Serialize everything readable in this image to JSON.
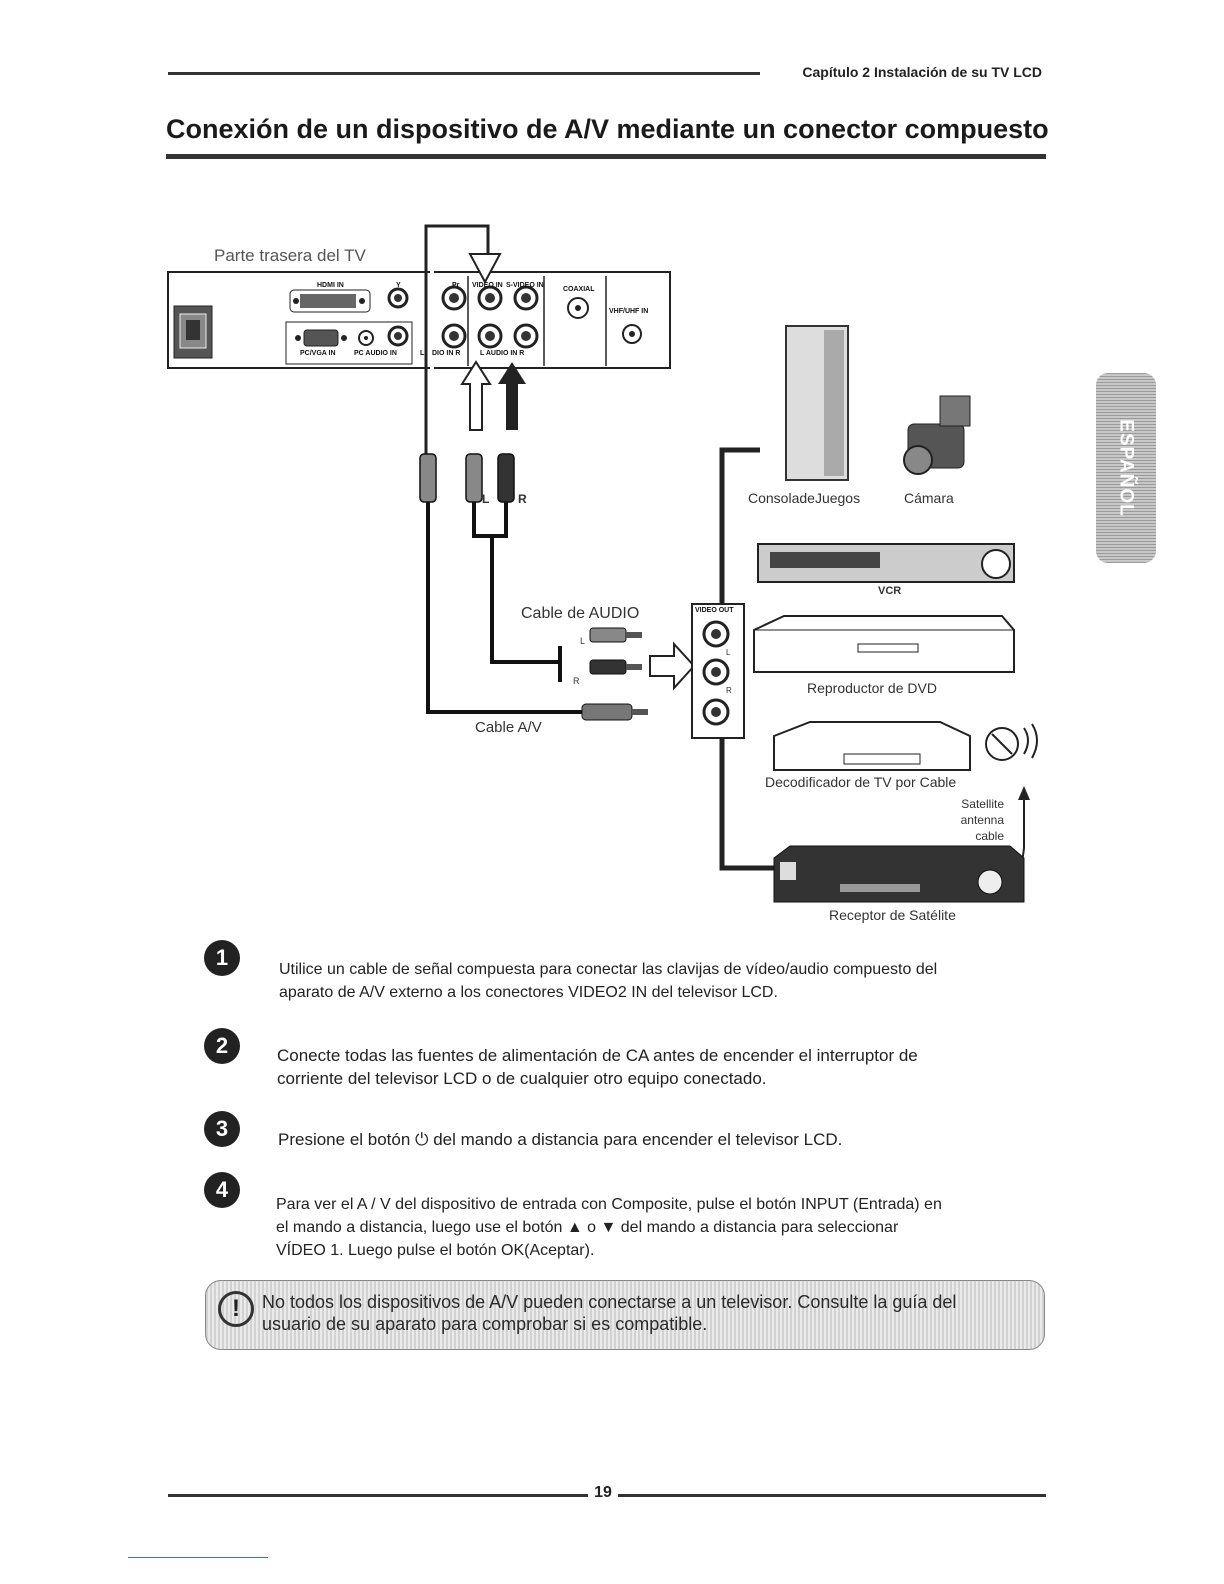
{
  "header": {
    "chapter": "Capítulo 2 Instalación de su TV LCD",
    "title": "Conexión de un dispositivo de A/V mediante un conector compuesto",
    "side_tab": "ESPAÑOL"
  },
  "diagram": {
    "tv_rear_label": "Parte trasera del TV",
    "panel_labels": {
      "hdmi_in": "HDMI IN",
      "y": "Y",
      "pr": "Pr",
      "video_in": "VIDEO IN",
      "svideo_in": "S-VIDEO IN",
      "coaxial": "COAXIAL",
      "vhf_uhf_in": "VHF/UHF IN",
      "pc_vga_in": "PC/VGA IN",
      "pc_audio_in": "PC AUDIO IN",
      "audio_in_left": "DIO IN  R",
      "audio_in_right": "L  AUDIO IN  R",
      "left_cut": "L"
    },
    "plug_l": "L",
    "plug_r": "R",
    "cable_audio": "Cable de AUDIO",
    "cable_av": "Cable A/V",
    "audio_l": "L",
    "audio_r": "R",
    "video_out": "VIDEO OUT",
    "device_l": "L",
    "device_r": "R",
    "game_console": "ConsoladeJuegos",
    "camera": "Cámara",
    "vcr": "VCR",
    "dvd": "Reproductor de DVD",
    "cable_box": "Decodificador de TV por Cable",
    "satellite_antenna": [
      "Satellite",
      "antenna",
      "cable"
    ],
    "satellite_receiver": "Receptor de Satélite"
  },
  "steps": [
    {
      "number": "1",
      "text_lines": [
        "Utilice un cable de señal compuesta para conectar las clavijas de vídeo/audio compuesto del",
        "aparato de A/V externo a los conectores VIDEO2 IN del televisor LCD."
      ]
    },
    {
      "number": "2",
      "text_lines": [
        "Conecte todas las fuentes de alimentación de CA antes de encender el interruptor de",
        "corriente del televisor LCD o de cualquier otro equipo conectado."
      ]
    },
    {
      "number": "3",
      "text_lines": [
        "Presione el botón ⏻ del mando a distancia para encender el televisor LCD."
      ]
    },
    {
      "number": "4",
      "text_lines": [
        "Para ver el A / V del dispositivo de entrada con Composite, pulse el botón INPUT (Entrada) en",
        "el mando a distancia, luego use el botón ▲ o ▼ del mando a distancia para seleccionar",
        "VÍDEO 1. Luego pulse el botón OK(Aceptar)."
      ]
    }
  ],
  "note": {
    "icon": "exclamation-icon",
    "lines": [
      "No todos los dispositivos de A/V pueden conectarse a un televisor. Consulte la guía del",
      "usuario de su aparato para comprobar si es compatible."
    ]
  },
  "page_number": "19"
}
